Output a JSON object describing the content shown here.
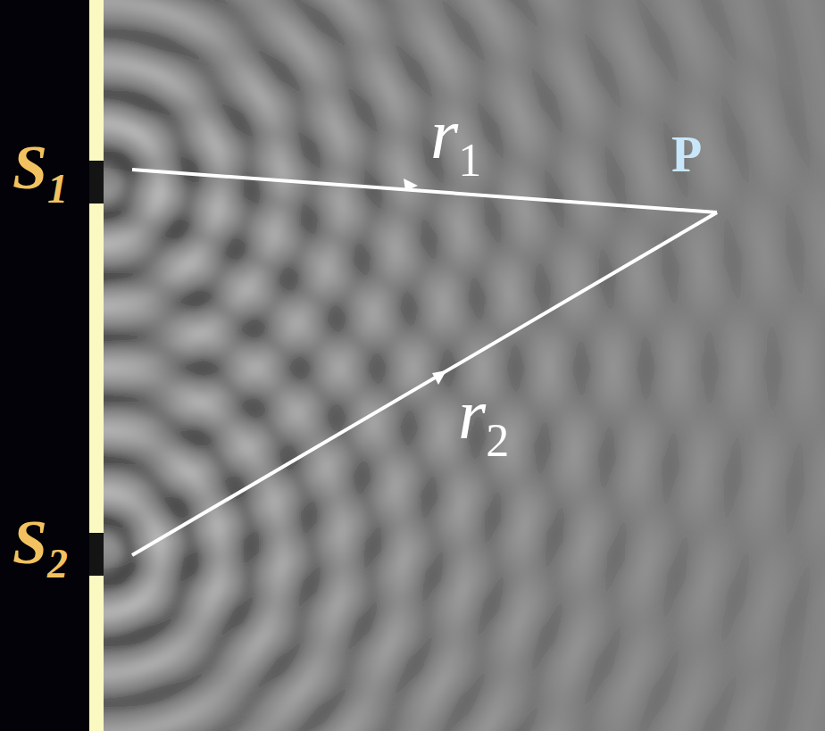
{
  "diagram": {
    "labels": [
      "S1",
      "r1",
      "P",
      "r2",
      "S2"
    ]
  }
}
